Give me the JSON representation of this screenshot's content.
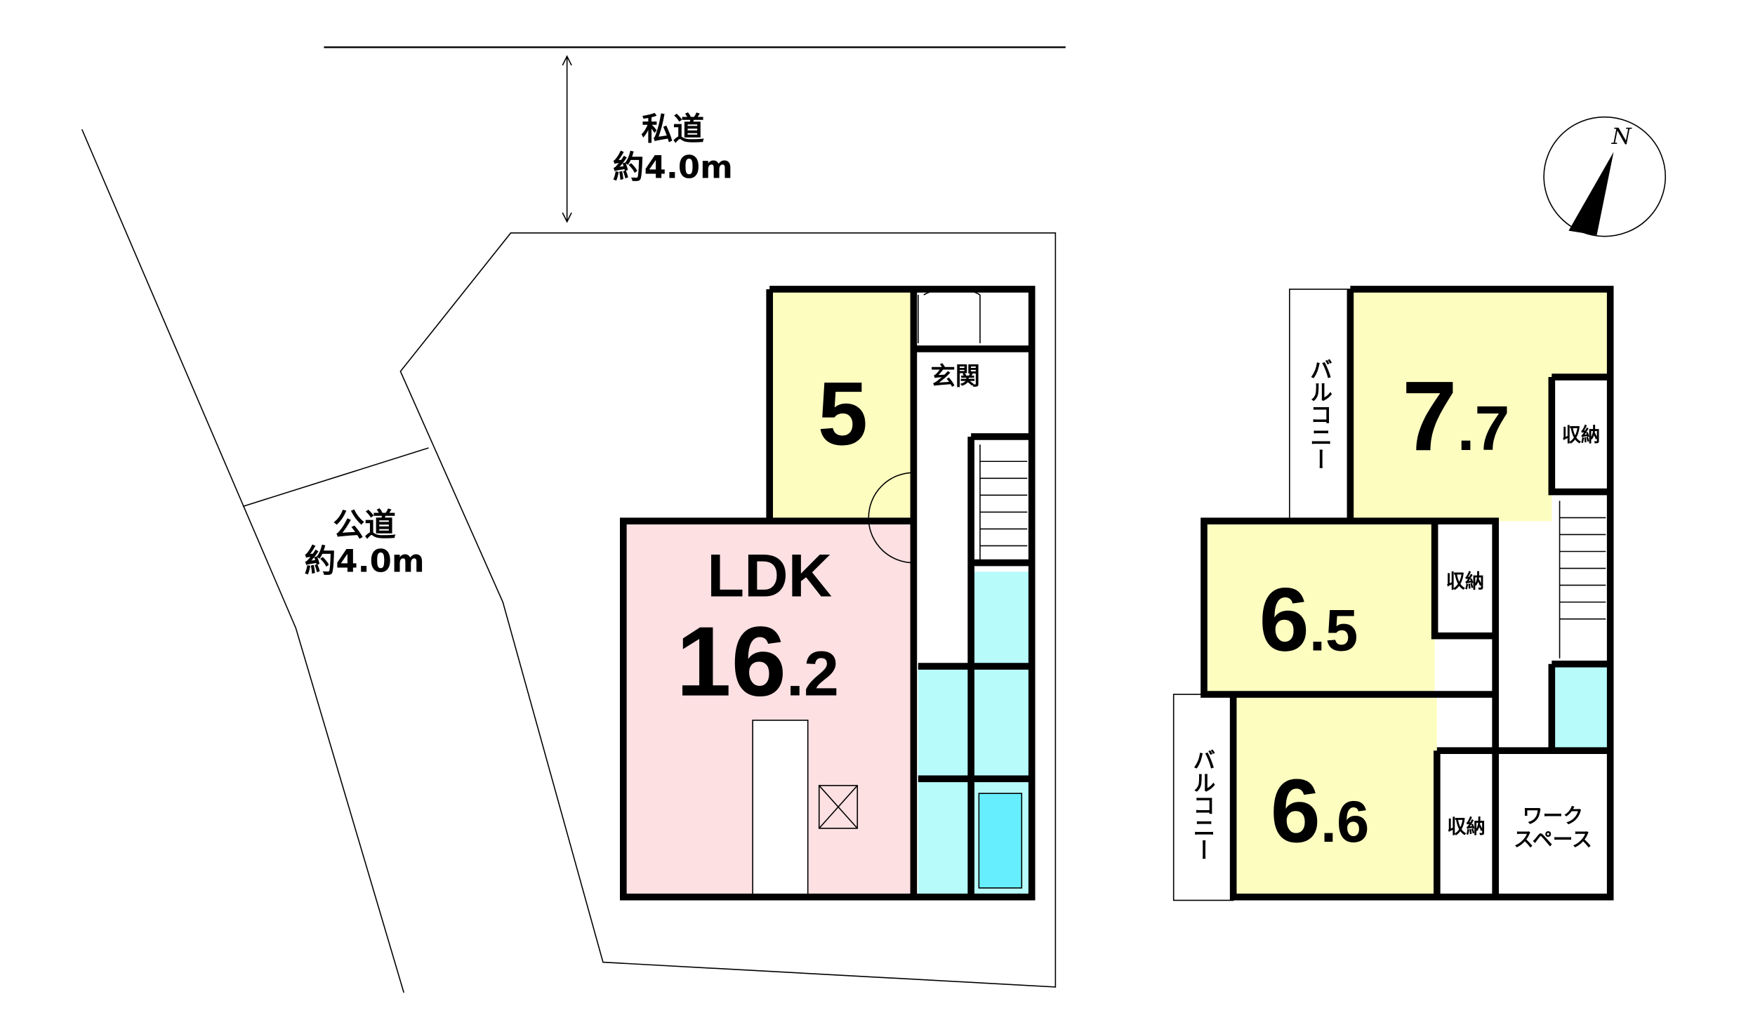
{
  "colors": {
    "bedroom": "#fdfdc0",
    "ldk": "#fde0e2",
    "wet": "#b8fbfb"
  },
  "site": {
    "private_road": {
      "name": "私道",
      "width": "約4.0m"
    },
    "public_road": {
      "name": "公道",
      "width": "約4.0m"
    },
    "north": "N"
  },
  "floor1": {
    "room_5": "5",
    "ldk_label": "LDK",
    "ldk_size_int": "16",
    "ldk_size_dec": ".2",
    "entrance": "玄関"
  },
  "floor2": {
    "room_77_int": "7",
    "room_77_dec": ".7",
    "room_65_int": "6",
    "room_65_dec": ".5",
    "room_66_int": "6",
    "room_66_dec": ".6",
    "storage": "収納",
    "balcony": "バルコニー",
    "workspace_1": "ワーク",
    "workspace_2": "スペース"
  }
}
